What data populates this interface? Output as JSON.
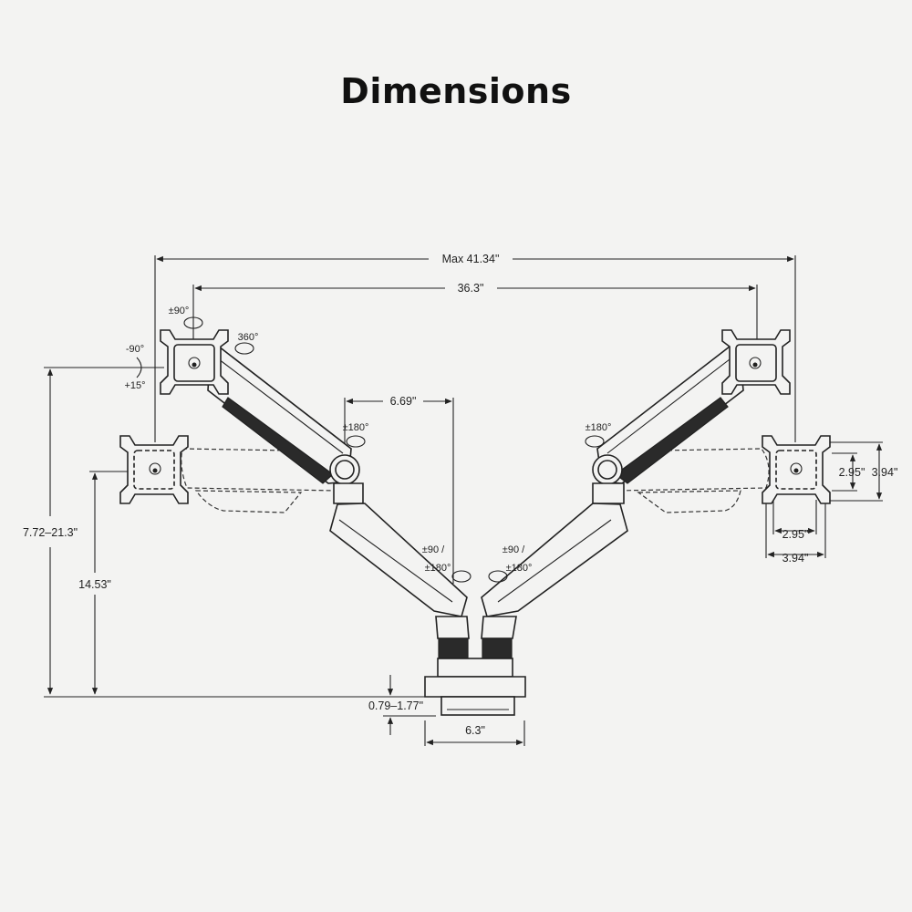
{
  "title": "Dimensions",
  "labels": {
    "max_width": "Max 41.34\"",
    "arm_width": "36.3\"",
    "forearm": "6.69\"",
    "height_range": "7.72–21.3\"",
    "pole_height": "14.53\"",
    "clamp_range": "0.79–1.77\"",
    "base_width": "6.3\"",
    "vesa_h_small": "2.95\"",
    "vesa_h_large": "3.94\"",
    "vesa_w_small": "2.95\"",
    "vesa_w_large": "3.94\"",
    "tilt_up": "-90°",
    "tilt_down": "+15°",
    "swivel_plate": "±90°",
    "rotate": "360°",
    "elbow_left": "±180°",
    "elbow_right": "±180°",
    "base_left_1": "±90 /",
    "base_left_2": "±180°",
    "base_right_1": "±90 /",
    "base_right_2": "±180°"
  }
}
